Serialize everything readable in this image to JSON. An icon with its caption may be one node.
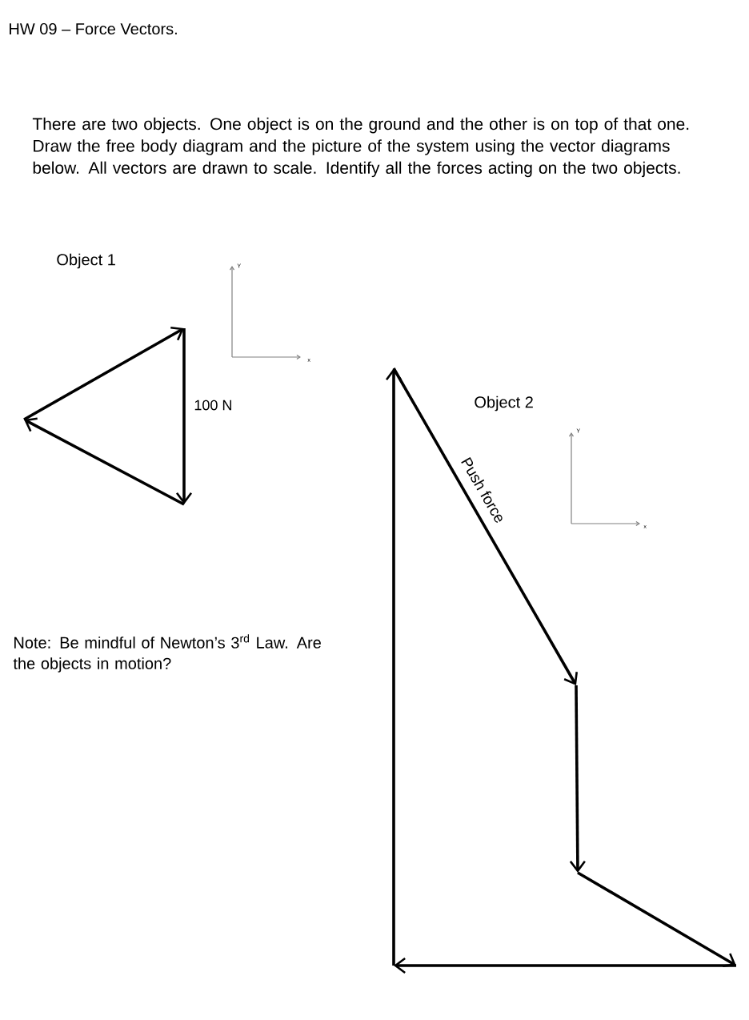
{
  "diagram": {
    "title": "HW 09 – Force Vectors.",
    "labels": [
      "There are two objects.  One object is on the ground and the other is on top of that one.  Draw the free body diagram and the picture of the system using the vector diagrams below. All vectors are drawn to scale. Identify all the forces acting on the two objects.",
      "Object 1",
      "Y",
      "x",
      "100 N",
      "Object 2",
      "Push force",
      "Y",
      "x",
      "Note: Be mindful of Newton’s 3$^{rd}$ Law. Are the objects in motion?"
    ]
  }
}
